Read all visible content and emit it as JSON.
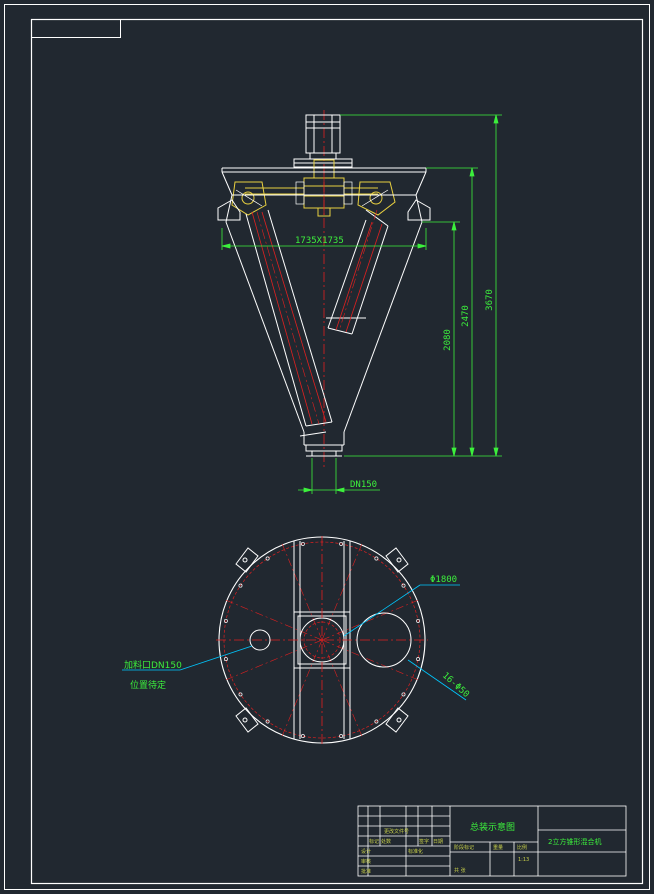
{
  "colors": {
    "background": "#212830",
    "outline": "#ffffff",
    "dimension": "#3cf03c",
    "centerline": "#e02020",
    "leader": "#00c8ff",
    "hardware": "#e8d040"
  },
  "front_view": {
    "dim_top_width": "1735X1735",
    "dim_outlet": "DN150",
    "dim_height_total": "3670",
    "dim_height_cone": "2470",
    "dim_height_lower": "2080"
  },
  "plan_view": {
    "dim_diameter": "Φ1800",
    "note_inlet": "加料口DN150",
    "note_position": "位置待定",
    "dim_hole_pattern": "16-Φ50"
  },
  "title_block": {
    "drawing_title": "总装示意图",
    "product_name": "2立方锥形混合机",
    "scale_label": "比例",
    "scale_value": "1:13",
    "sheet_label": "共 张",
    "weight_label": "重量",
    "col_mark": "标记",
    "col_count": "处数",
    "col_doc": "更改文件号",
    "col_sign": "签字",
    "col_date": "日期",
    "row_design": "设计",
    "row_check": "审核",
    "row_approve": "批准",
    "row_std": "标准化",
    "stage_label": "阶段标记"
  }
}
